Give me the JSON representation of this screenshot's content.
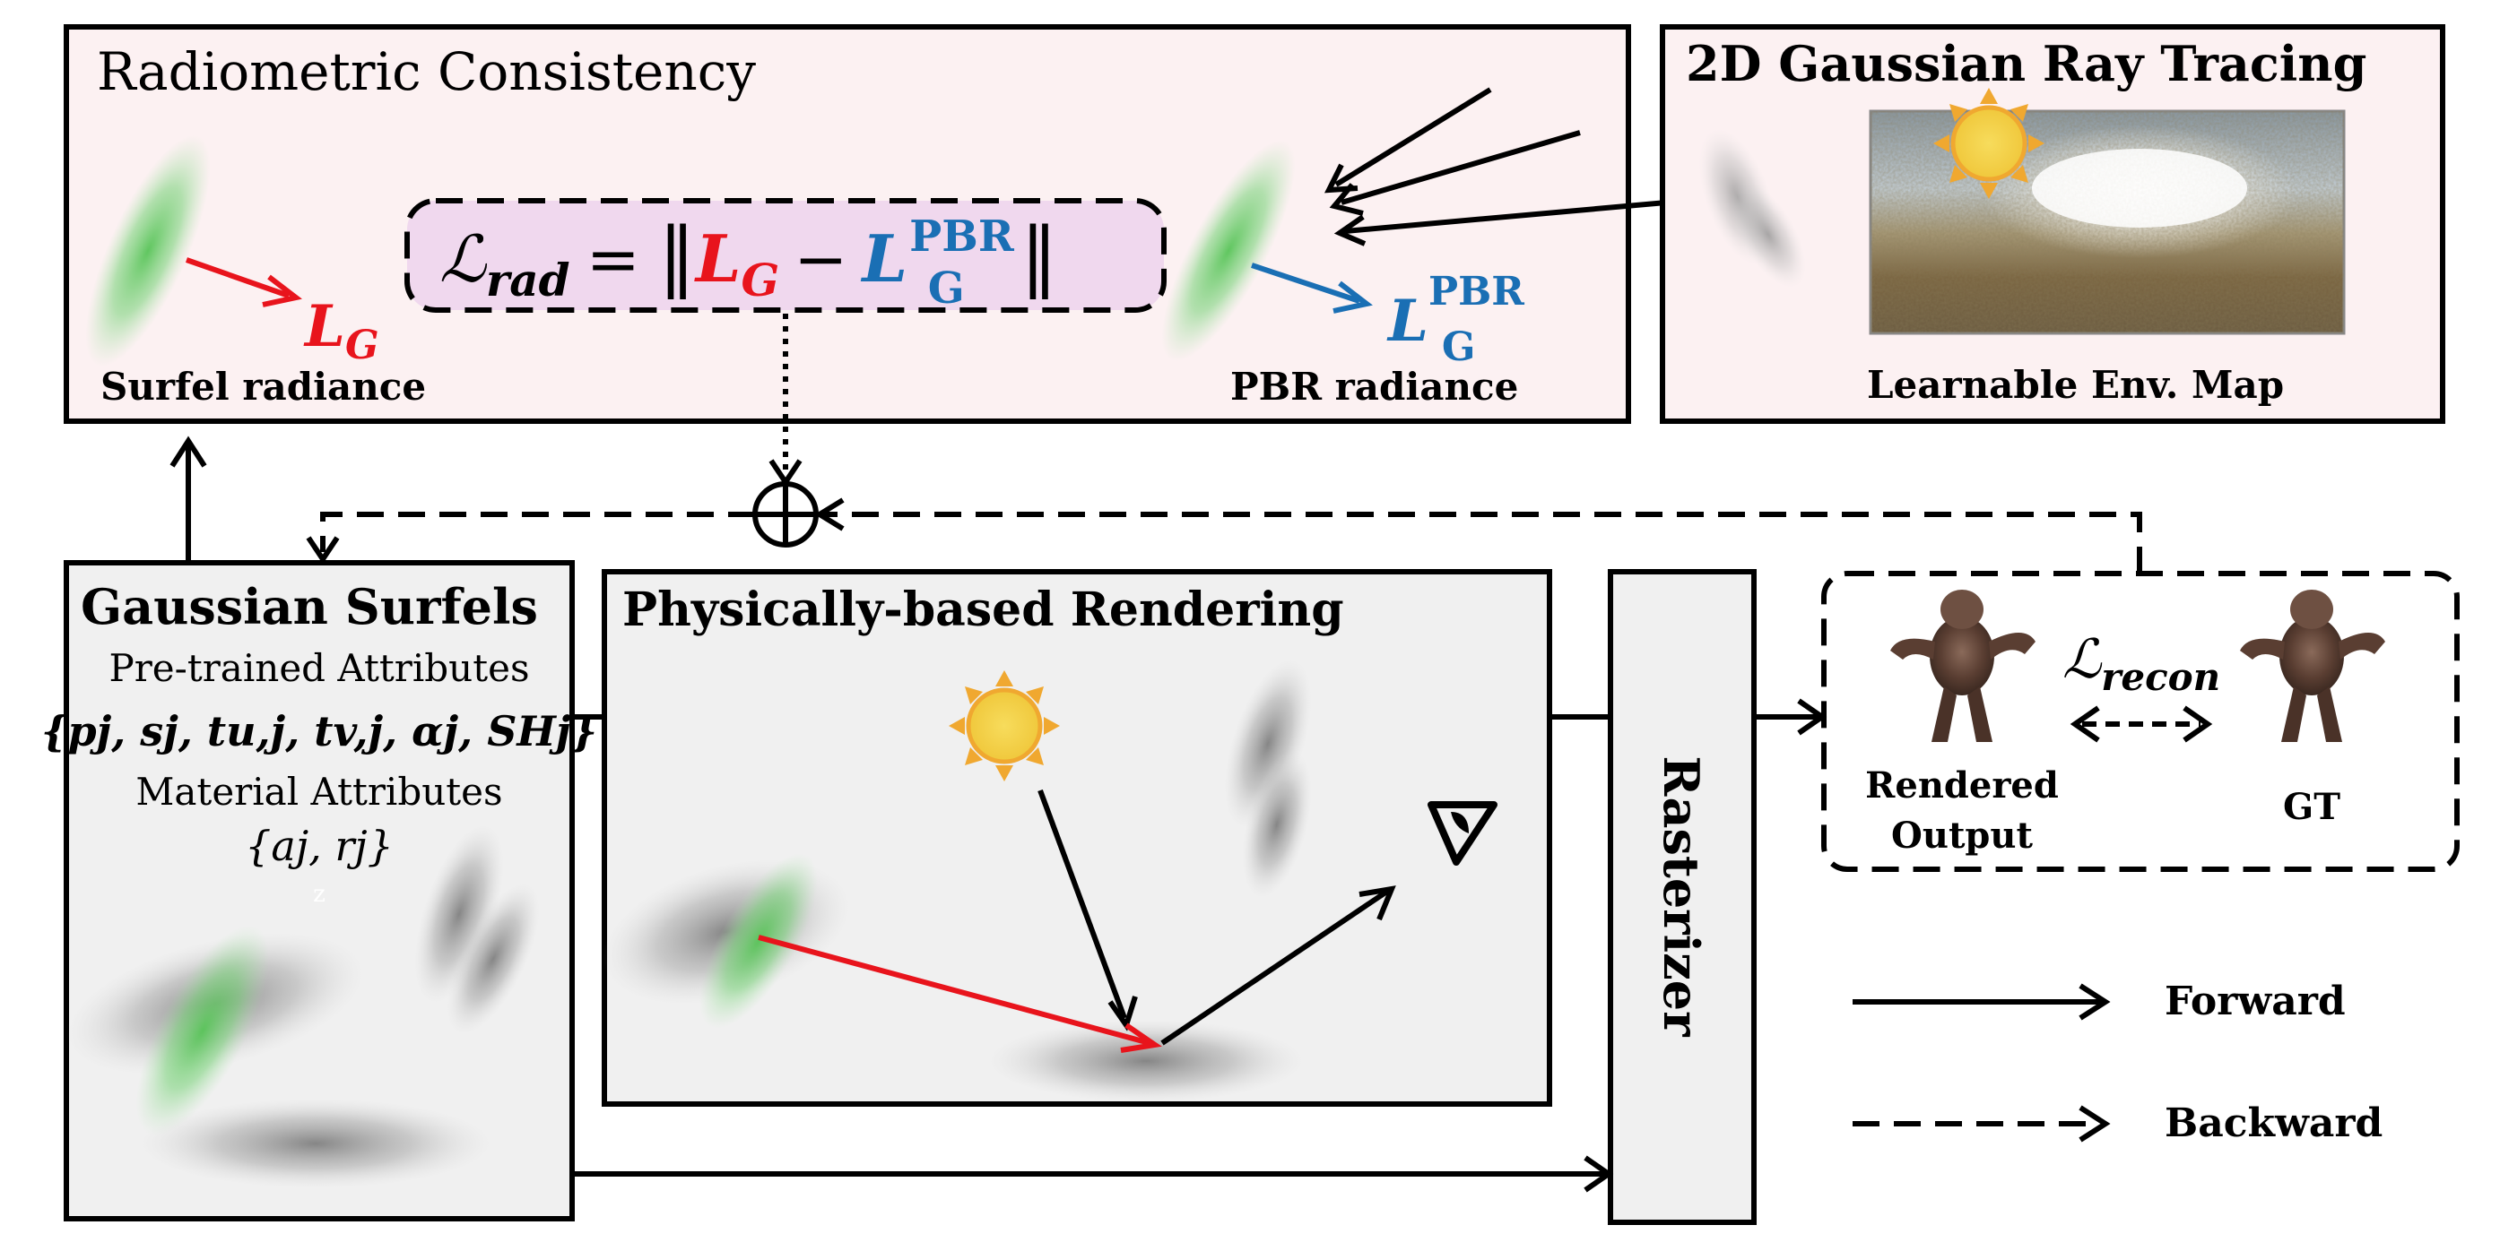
{
  "radiometric": {
    "title": "Radiometric Consistency",
    "surfel_label": "Surfel radiance",
    "pbr_label": "PBR radiance",
    "loss": {
      "script_l": "ℒ",
      "sub": "rad",
      "equals": "=",
      "norm_open": "‖",
      "lg_main": "L",
      "lg_sub": "G",
      "minus": "−",
      "lpbr_main": "L",
      "lpbr_sup": "PBR",
      "lpbr_sub": "G",
      "norm_close": "‖"
    },
    "lg_arrow_label": {
      "main": "L",
      "sub": "G"
    },
    "lpbr_arrow_label": {
      "main": "L",
      "sup": "PBR",
      "sub": "G"
    }
  },
  "raytracing": {
    "title": "2D Gaussian Ray Tracing",
    "env_label": "Learnable Env. Map"
  },
  "surfels": {
    "title": "Gaussian Surfels",
    "pretrained_label": "Pre-trained Attributes",
    "pretrained_formula": "{pj, sj, tu,j, tv,j, αj, SHj}",
    "material_label": "Material Attributes",
    "material_formula": "{aj, rj}",
    "stray": "z"
  },
  "pbr_render": {
    "title": "Physically-based Rendering"
  },
  "rasterizer": {
    "label": "Rasterizer"
  },
  "recon": {
    "rendered_label_1": "Rendered",
    "rendered_label_2": "Output",
    "gt_label": "GT",
    "loss_script": "ℒ",
    "loss_sub": "recon"
  },
  "legend": {
    "forward": "Forward",
    "backward": "Backward"
  },
  "colors": {
    "red": "#e8141c",
    "blue": "#1a6fb4",
    "pink_bg": "#fcf1f2",
    "gray_bg": "#efefef",
    "loss_box": "#f0d8ee",
    "surfel_green": "#58c458",
    "sun_yellow": "#f4d04a",
    "sun_orange": "#f0a830"
  }
}
